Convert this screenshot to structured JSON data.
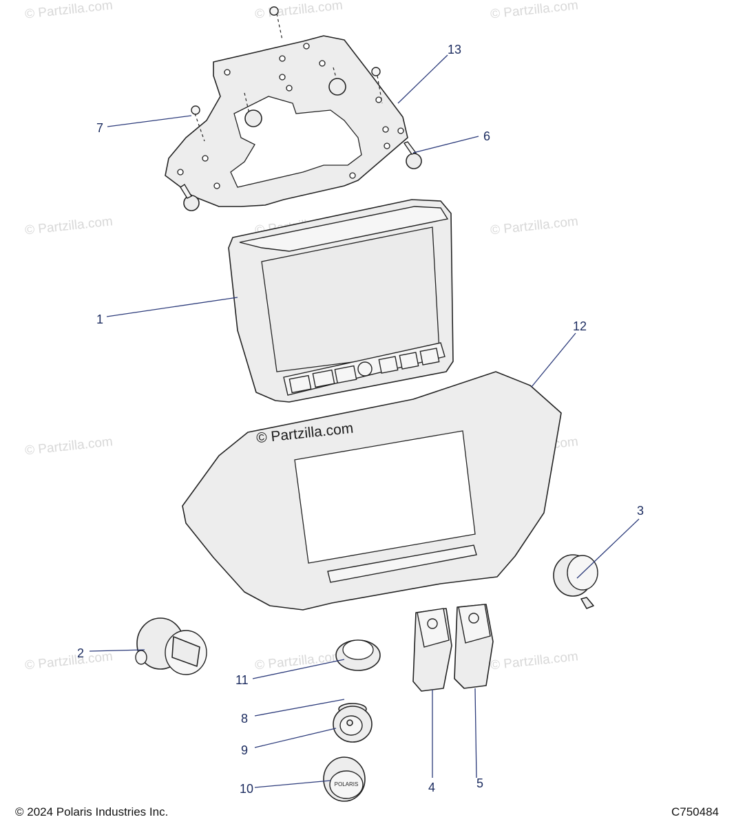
{
  "watermark": {
    "text": "© Partzilla.com",
    "main_text": "© Partzilla.com"
  },
  "footer": {
    "copyright": "© 2024 Polaris Industries Inc.",
    "diagram_code": "C750484"
  },
  "callouts": {
    "c1": "1",
    "c2": "2",
    "c3": "3",
    "c4": "4",
    "c5": "5",
    "c6": "6",
    "c7": "7",
    "c8": "8",
    "c9": "9",
    "c10": "10",
    "c11": "11",
    "c12": "12",
    "c13": "13"
  },
  "cap_logo": "POLARIS",
  "colors": {
    "callout": "#1a2a5e",
    "part_fill": "#ededed",
    "outline": "#222222",
    "watermark": "#d8d8d8"
  }
}
